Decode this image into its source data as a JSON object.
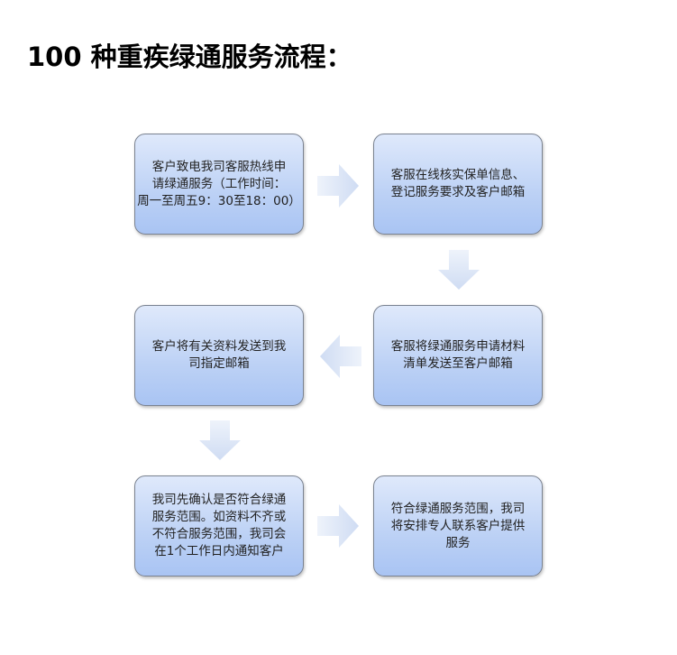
{
  "title": "100 种重疾绿通服务流程：",
  "steps": [
    {
      "lines": [
        "客户致电我司客服热线申",
        "请绿通服务（工作时间：",
        "周一至周五9：30至18：00）"
      ]
    },
    {
      "lines": [
        "客服在线核实保单信息、",
        "登记服务要求及客户邮箱"
      ]
    },
    {
      "lines": [
        "客服将绿通服务申请材料",
        "清单发送至客户邮箱"
      ]
    },
    {
      "lines": [
        "客户将有关资料发送到我",
        "司指定邮箱"
      ]
    },
    {
      "lines": [
        "我司先确认是否符合绿通",
        "服务范围。如资料不齐或",
        "不符合服务范围，我司会",
        "在1个工作日内通知客户"
      ]
    },
    {
      "lines": [
        "符合绿通服务范围，我司",
        "将安排专人联系客户提供",
        "服务"
      ]
    }
  ],
  "colors": {
    "box_top": "#dfe9fb",
    "box_bottom": "#a9c4f3",
    "arrow": "#d8e3f6"
  }
}
